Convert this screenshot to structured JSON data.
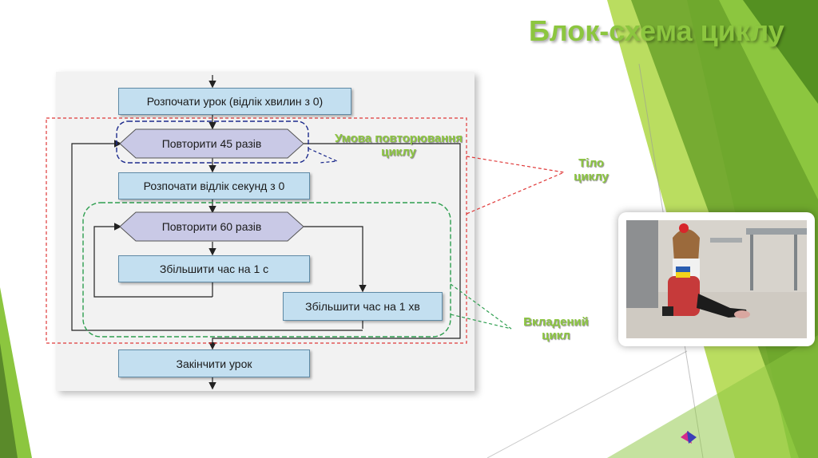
{
  "slide": {
    "title": "Блок-схема циклу"
  },
  "flowchart": {
    "start_block": "Розпочати урок (відлік хвилин з 0)",
    "outer_condition": "Повторити 45 разів",
    "seconds_block": "Розпочати відлік секунд з 0",
    "inner_condition": "Повторити 60 разів",
    "inc_second_block": "Збільшити час на 1 с",
    "inc_minute_block": "Збільшити час на 1 хв",
    "end_block": "Закінчити урок"
  },
  "annotations": {
    "condition_line1": "Умова повторювання",
    "condition_line2": "циклу",
    "body_line1": "Тіло",
    "body_line2": "циклу",
    "nested_line1": "Вкладений",
    "nested_line2": "цикл"
  },
  "colors": {
    "accent_green": "#8cc63f",
    "dark_green": "#5a8a2a",
    "block_fill": "#c3dff0",
    "hex_fill": "#c9c9e6",
    "body_outline": "#e03a3a",
    "condition_outline": "#1c2a8c",
    "nested_outline": "#2e9e4f"
  },
  "photo": {
    "description_icon": "photo-girl-with-backpack-icon"
  },
  "nav": {
    "icon": "slide-nav-icon"
  }
}
